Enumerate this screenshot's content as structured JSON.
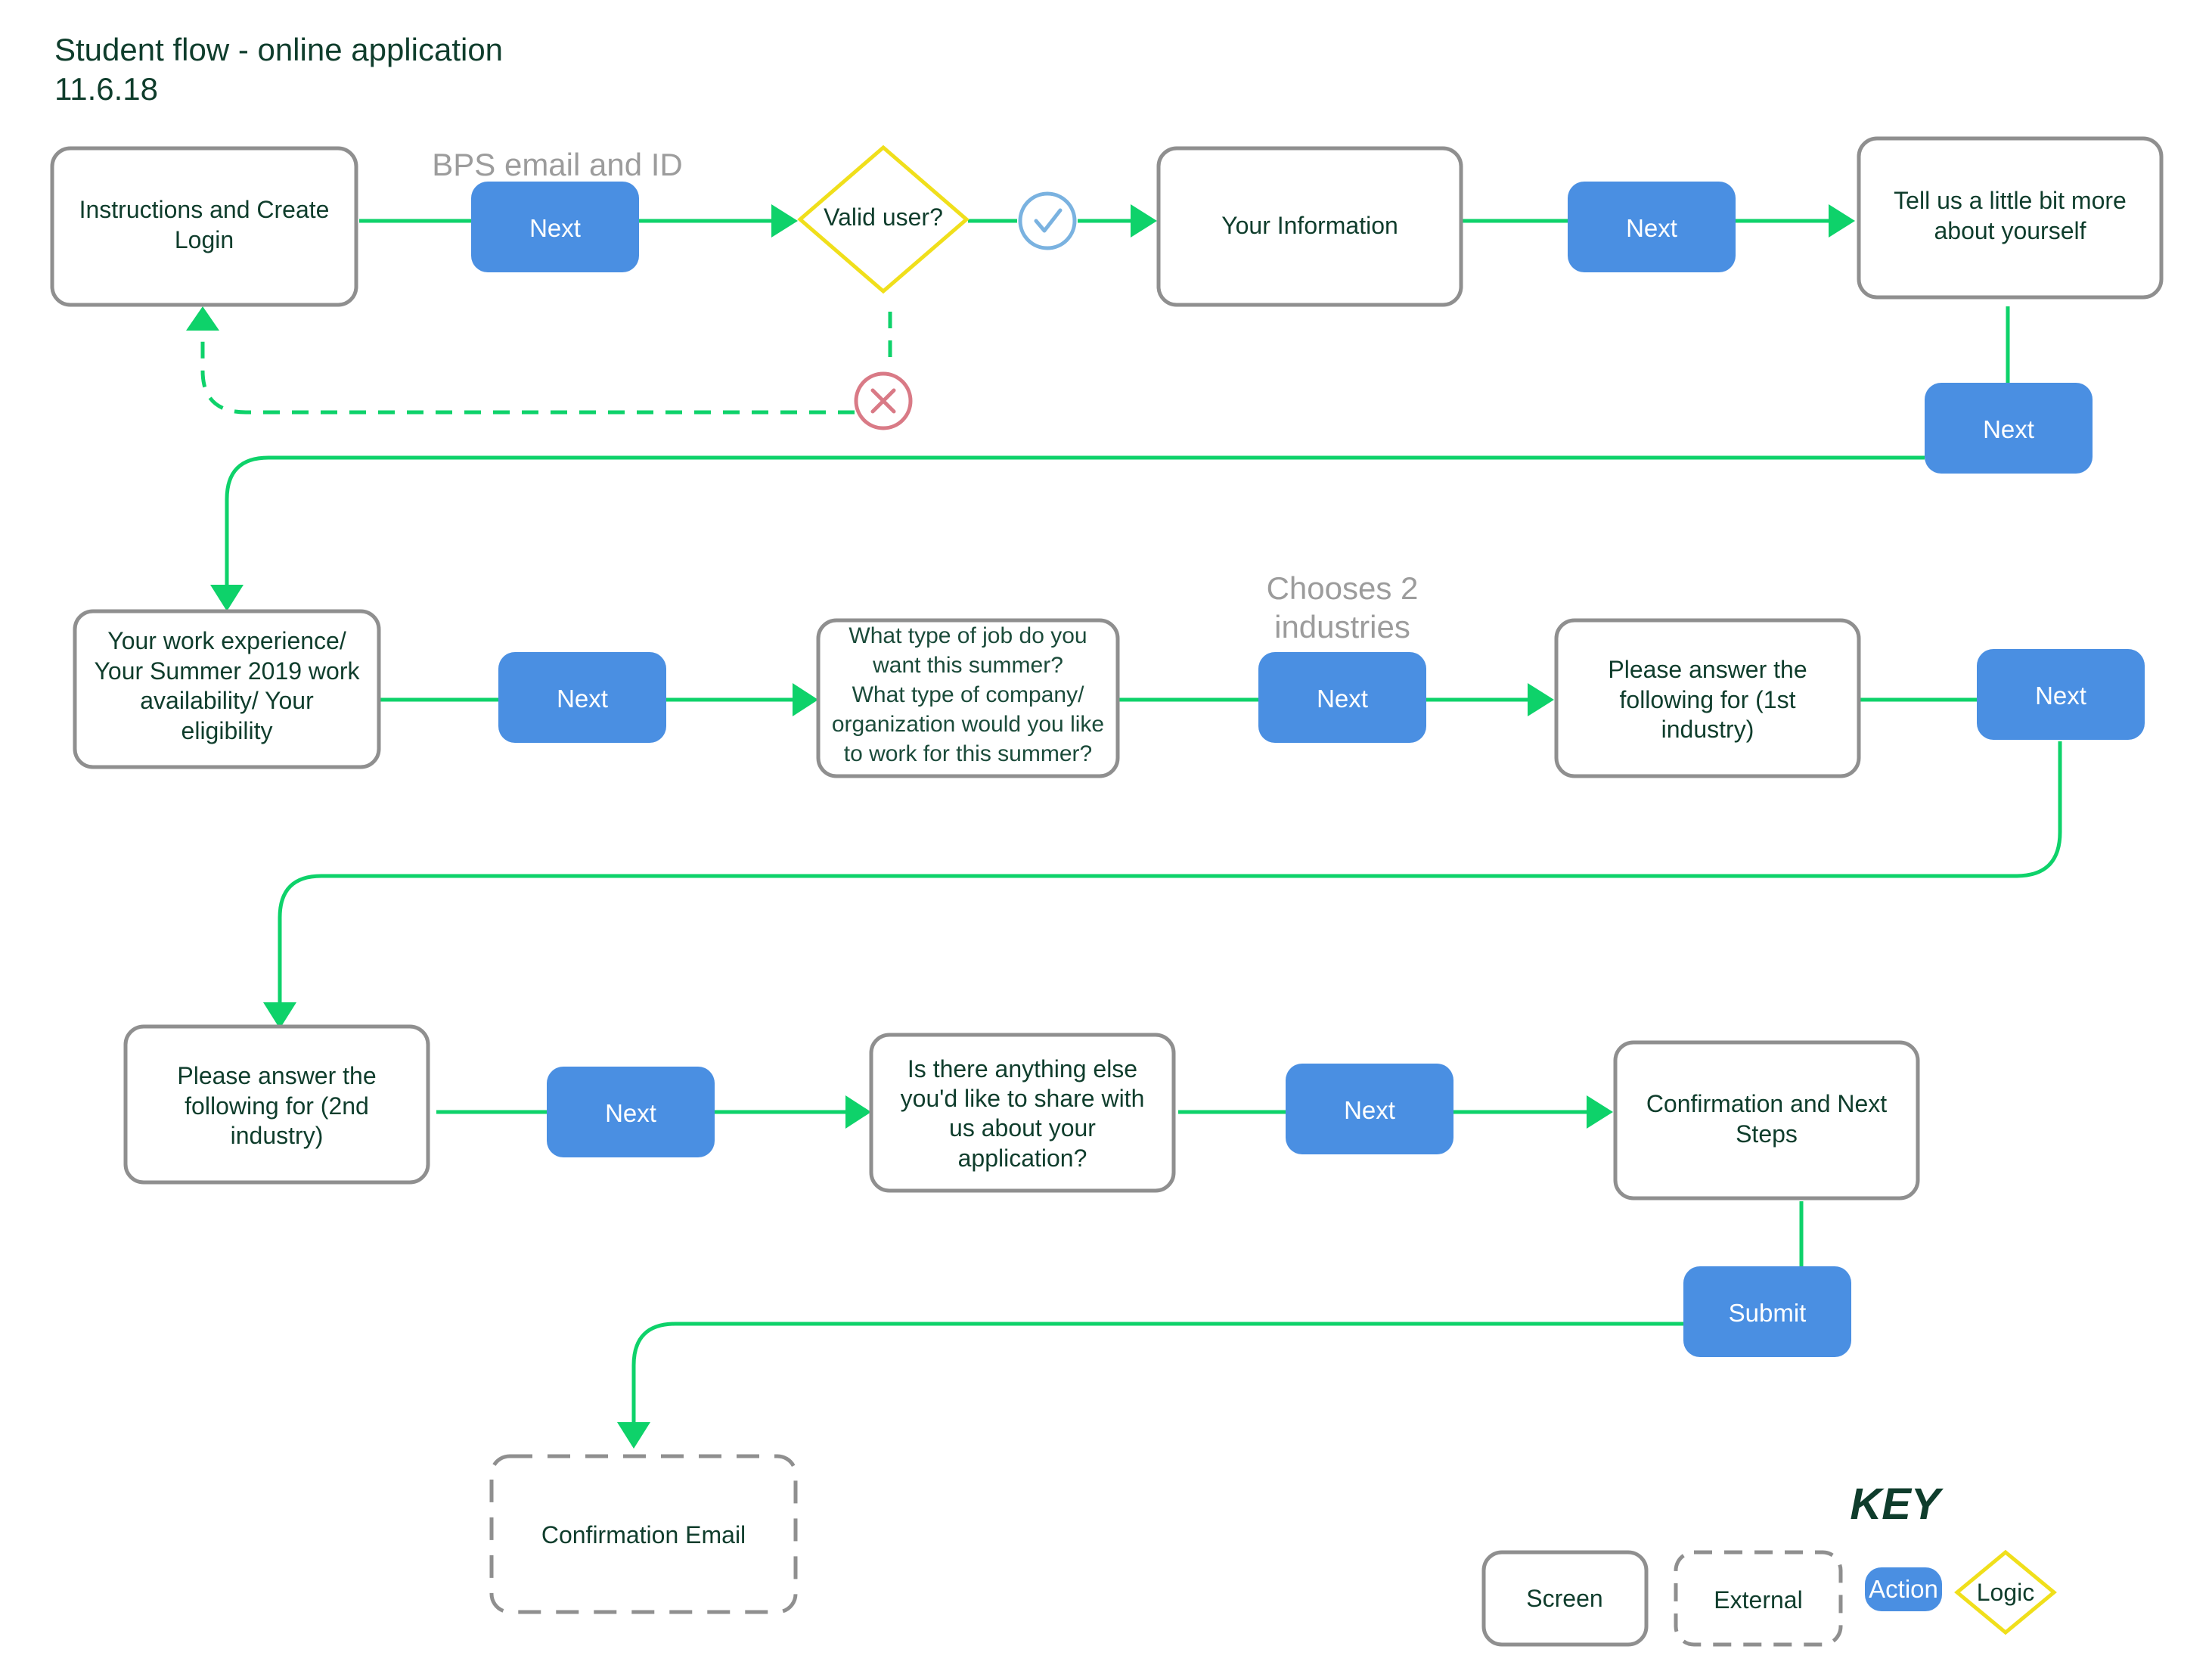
{
  "header": {
    "title": "Student flow - online application",
    "date": "11.6.18"
  },
  "colors": {
    "screen_border": "#8f8f8f",
    "action_fill": "#4a8fe2",
    "logic_border": "#f0df1b",
    "flow_line": "#0ed26a",
    "check": "#7ab2e0",
    "cross": "#d97a86",
    "text": "#0f3d2c"
  },
  "screens": {
    "instructions": [
      "Instructions and Create",
      "Login"
    ],
    "your_information": [
      "Your Information"
    ],
    "tell_us": [
      "Tell us a little bit more",
      "about yourself"
    ],
    "work_experience": [
      "Your work experience/",
      "Your Summer 2019 work",
      "availability/ Your",
      "eligibility"
    ],
    "job_type": [
      "What type of job do you",
      "want this summer?",
      "What type of company/",
      "organization would you like",
      "to work for this summer?"
    ],
    "first_industry": [
      "Please answer the",
      "following for (1st",
      "industry)"
    ],
    "second_industry": [
      "Please answer the",
      "following for (2nd",
      "industry)"
    ],
    "anything_else": [
      "Is there anything else",
      "you'd like to share with",
      "us about your",
      "application?"
    ],
    "confirmation": [
      "Confirmation and Next",
      "Steps"
    ],
    "confirmation_email": [
      "Confirmation Email"
    ]
  },
  "actions": {
    "next_label": "Next",
    "submit_label": "Submit"
  },
  "logic": {
    "valid_user": "Valid user?"
  },
  "notes": {
    "bps": "BPS email and ID",
    "chooses": [
      "Chooses 2",
      "industries"
    ]
  },
  "key": {
    "title": "KEY",
    "screen": "Screen",
    "external": "External",
    "action": "Action",
    "logic": "Logic"
  }
}
